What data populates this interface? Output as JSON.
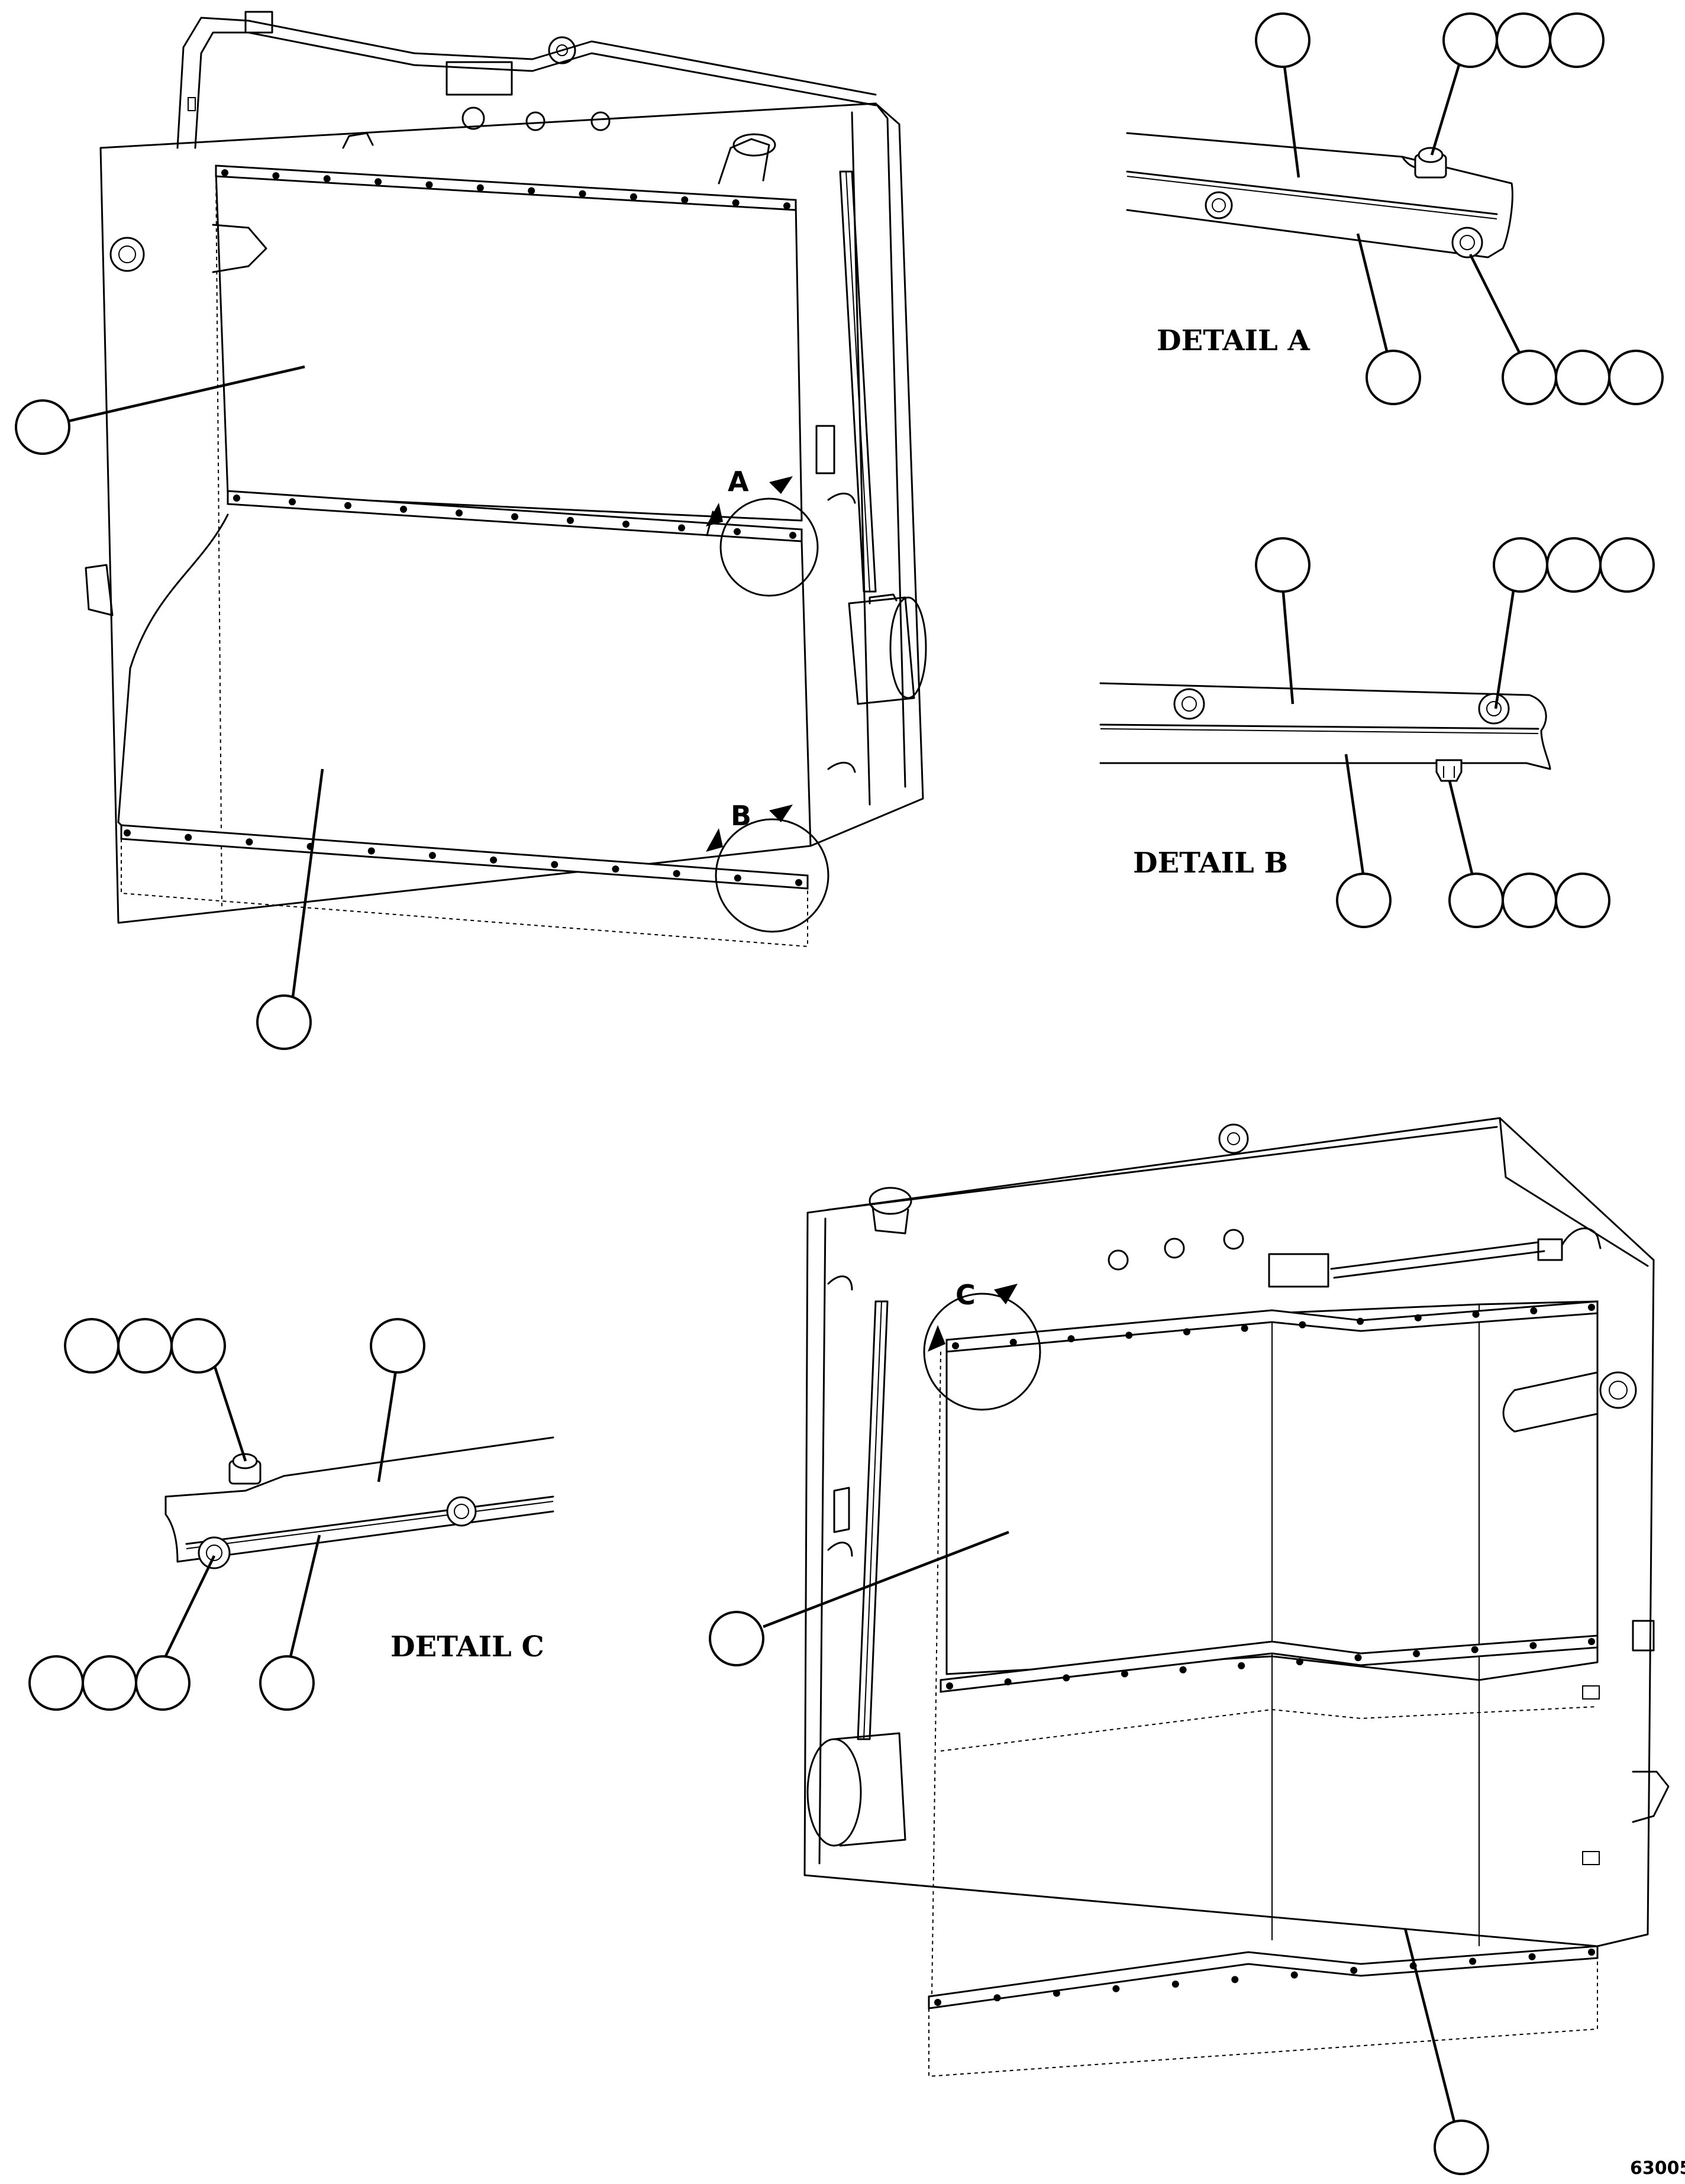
{
  "details": [
    {
      "id": "a",
      "caption": "DETAIL A",
      "marker": "A"
    },
    {
      "id": "b",
      "caption": "DETAIL B",
      "marker": "B"
    },
    {
      "id": "c",
      "caption": "DETAIL C",
      "marker": "C"
    }
  ],
  "drawing_number": "63005",
  "colors": {
    "line": "#000000",
    "background": "#ffffff"
  }
}
